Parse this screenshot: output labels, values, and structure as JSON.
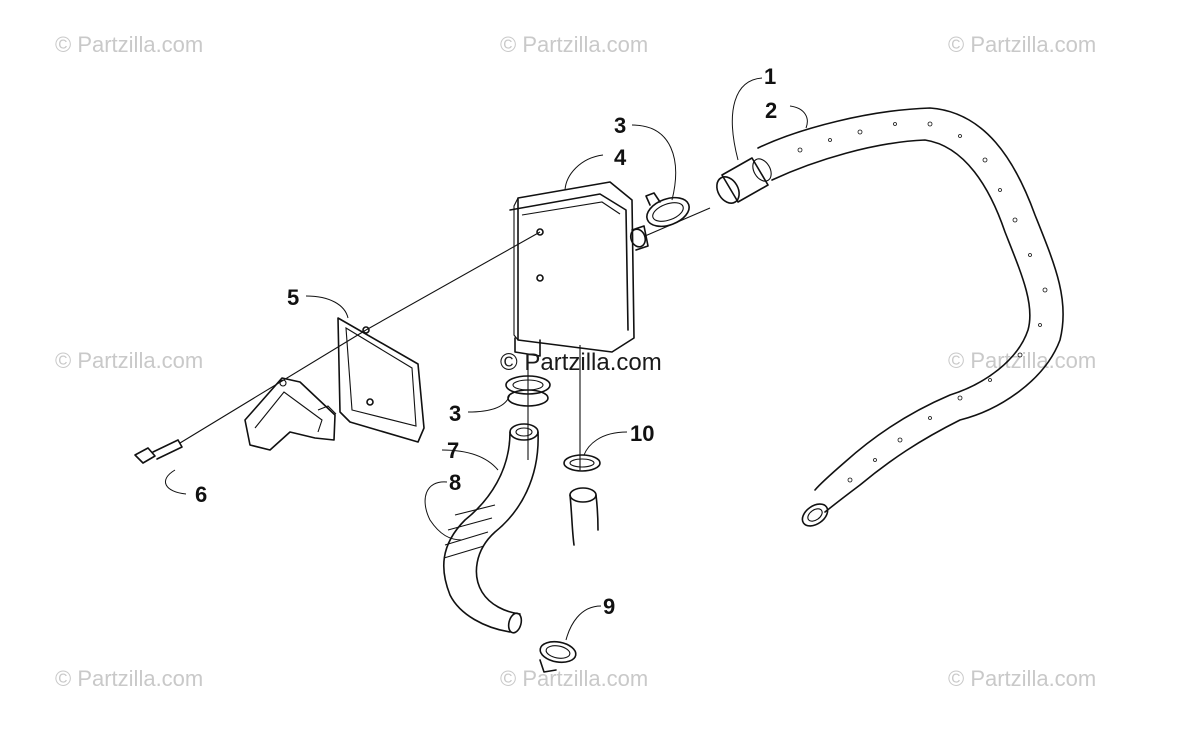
{
  "watermarks": {
    "corner": "© Partzilla.com",
    "center": "© Partzilla.com"
  },
  "callouts": {
    "c1": "1",
    "c2": "2",
    "c3a": "3",
    "c3b": "3",
    "c4": "4",
    "c5": "5",
    "c6": "6",
    "c7": "7",
    "c8": "8",
    "c9": "9",
    "c10": "10"
  },
  "colors": {
    "line": "#111111",
    "watermark": "#c9c9c9"
  }
}
